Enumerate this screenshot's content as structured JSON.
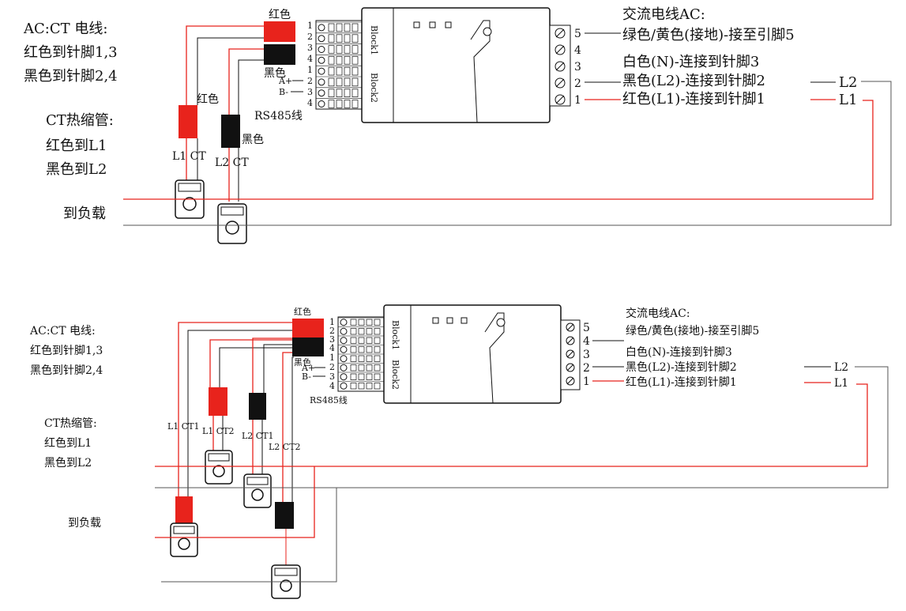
{
  "diagram_top": {
    "left_note": [
      "AC:CT 电线:",
      "红色到针脚1,3",
      "黑色到针脚2,4"
    ],
    "ct_note": [
      "CT热缩管:",
      "红色到L1",
      "黑色到L2"
    ],
    "to_load": "到负载",
    "red_label": "红色",
    "black_label": "黑色",
    "red_label2": "红色",
    "black_label2": "黑色",
    "rs485": "RS485线",
    "pins_left": [
      "1",
      "2",
      "3",
      "4",
      "1",
      "2",
      "3",
      "4"
    ],
    "ab": [
      "A+",
      "B-"
    ],
    "block1": "Block1",
    "block2": "Block2",
    "ct1_label": "L1 CT",
    "ct2_label": "L2 CT",
    "ac_title": "交流电线AC:",
    "ac_lines": [
      "绿色/黄色(接地)-接至引脚5",
      "白色(N)-连接到针脚3",
      "黑色(L2)-连接到针脚2",
      "红色(L1)-连接到针脚1"
    ],
    "pins_right": [
      "5",
      "4",
      "3",
      "2",
      "1"
    ],
    "l2": "L2",
    "l1": "L1"
  },
  "diagram_bottom": {
    "left_note": [
      "AC:CT 电线:",
      "红色到针脚1,3",
      "黑色到针脚2,4"
    ],
    "ct_note": [
      "CT热缩管:",
      "红色到L1",
      "黑色到L2"
    ],
    "to_load": "到负载",
    "red_label": "红色",
    "black_label": "黑色",
    "rs485": "RS485线",
    "pins_left": [
      "1",
      "2",
      "3",
      "4",
      "1",
      "2",
      "3",
      "4"
    ],
    "ab": [
      "A+",
      "B-"
    ],
    "block1": "Block1",
    "block2": "Block2",
    "ct_labels": [
      "L1 CT1",
      "L1 CT2",
      "L2 CT1",
      "L2 CT2"
    ],
    "ac_title": "交流电线AC:",
    "ac_lines": [
      "绿色/黄色(接地)-接至引脚5",
      "白色(N)-连接到针脚3",
      "黑色(L2)-连接到针脚2",
      "红色(L1)-连接到针脚1"
    ],
    "pins_right": [
      "5",
      "4",
      "3",
      "2",
      "1"
    ],
    "l2": "L2",
    "l1": "L1"
  },
  "colors": {
    "red": "#e8231c",
    "black": "#111111",
    "grey": "#555555"
  }
}
